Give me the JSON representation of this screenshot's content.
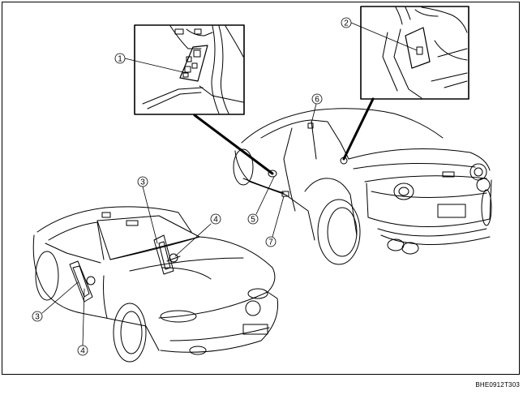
{
  "diagram": {
    "callouts": [
      {
        "id": "c1",
        "number": "1"
      },
      {
        "id": "c2",
        "number": "2"
      },
      {
        "id": "c3a",
        "number": "3"
      },
      {
        "id": "c3b",
        "number": "3"
      },
      {
        "id": "c4a",
        "number": "4"
      },
      {
        "id": "c4b",
        "number": "4"
      },
      {
        "id": "c5",
        "number": "5"
      },
      {
        "id": "c6",
        "number": "6"
      },
      {
        "id": "c7",
        "number": "7"
      }
    ],
    "reference_code": "BHE0912T303"
  }
}
